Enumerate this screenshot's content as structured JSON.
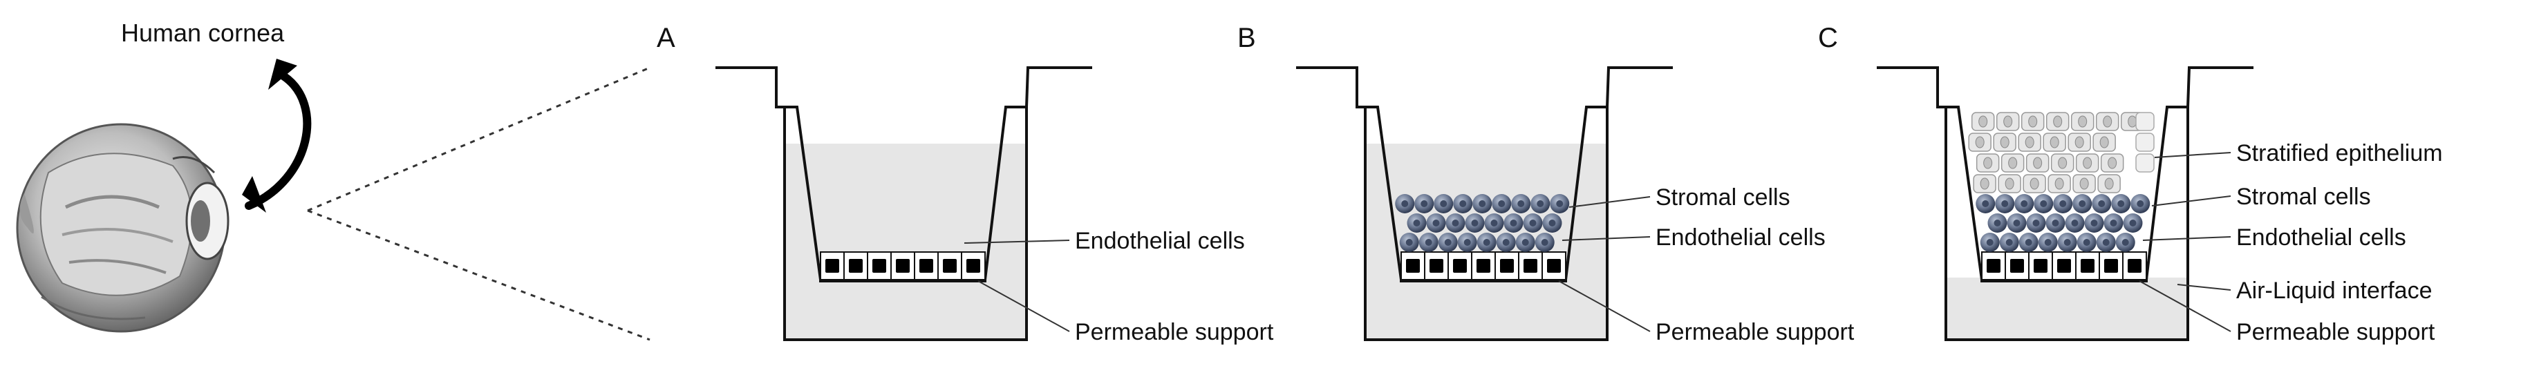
{
  "figure": {
    "eye_label": "Human cornea",
    "colors": {
      "medium": "#e6e6e6",
      "outline": "#111111",
      "stromal_outer": "#3e4a63",
      "stromal_inner": "#9aa6bd",
      "epithelium_fill": "#e7e7e7",
      "epithelium_nucleus": "#c2c2c2",
      "endothelial_nucleus": "#000000"
    },
    "panels": [
      {
        "letter": "A",
        "labels": [
          "Endothelial cells",
          "Permeable support"
        ],
        "layers": [
          "endothelial"
        ],
        "medium": "full"
      },
      {
        "letter": "B",
        "labels": [
          "Stromal cells",
          "Endothelial cells",
          "Permeable support"
        ],
        "layers": [
          "endothelial",
          "stromal"
        ],
        "medium": "full"
      },
      {
        "letter": "C",
        "labels": [
          "Stratified epithelium",
          "Stromal cells",
          "Endothelial cells",
          "Air-Liquid interface",
          "Permeable support"
        ],
        "layers": [
          "endothelial",
          "stromal",
          "epithelium"
        ],
        "medium": "air-liquid"
      }
    ]
  }
}
